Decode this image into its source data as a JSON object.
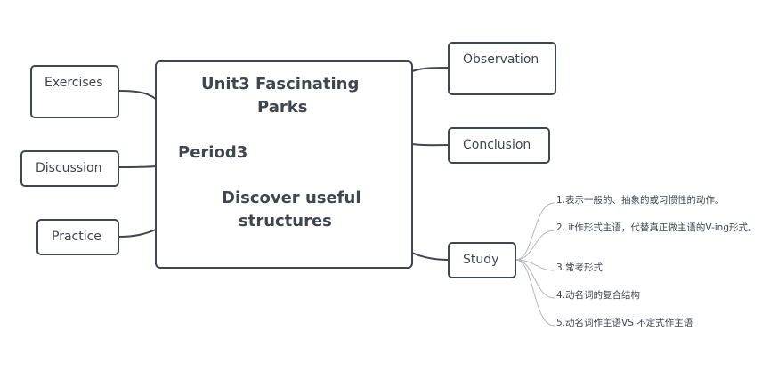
{
  "central": {
    "line1": "Unit3  Fascinating",
    "line2": "Parks",
    "line3": "Period3",
    "line4": "Discover useful",
    "line5": "structures"
  },
  "left_nodes": {
    "exercises": "Exercises",
    "discussion": "Discussion",
    "practice": "Practice"
  },
  "right_nodes": {
    "observation": "Observation",
    "conclusion": "Conclusion",
    "study": "Study"
  },
  "study_items": [
    "1.表示一般的、抽象的或习惯性的动作。",
    "2. it作形式主语，代替真正做主语的V-ing形式。",
    "3.常考形式",
    "4.动名词的复合结构",
    "5.动名词作主语VS 不定式作主语"
  ],
  "colors": {
    "stroke": "#3f4650",
    "branch": "#b3b7bd",
    "background": "#ffffff"
  }
}
